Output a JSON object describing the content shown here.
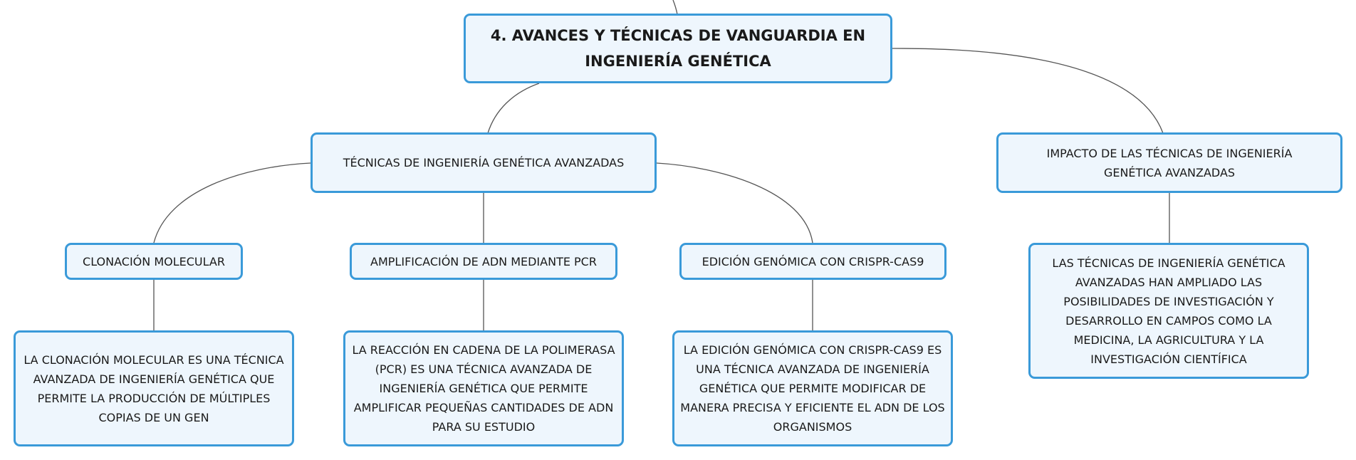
{
  "nodes": {
    "root": "4. Avances y técnicas de vanguardia en ingeniería genética",
    "tecnicas": "Técnicas de ingeniería genética avanzadas",
    "impacto": "Impacto de las técnicas de ingeniería genética avanzadas",
    "clonacion": "Clonación molecular",
    "pcr": "Amplificación de ADN mediante PCR",
    "crispr": "Edición genómica con CRISPR-Cas9",
    "clonacion_desc": "La clonación molecular es una técnica avanzada de ingeniería genética que permite la producción de múltiples copias de un gen",
    "pcr_desc": "La reacción en cadena de la polimerasa (PCR) es una técnica avanzada de ingeniería genética que permite amplificar pequeñas cantidades de ADN para su estudio",
    "crispr_desc": "La edición genómica con CRISPR-Cas9 es una técnica avanzada de ingeniería genética que permite modificar de manera precisa y eficiente el ADN de los organismos",
    "impacto_desc": "Las técnicas de ingeniería genética avanzadas han ampliado las posibilidades de investigación y desarrollo en campos como la medicina, la agricultura y la investigación científica"
  },
  "colors": {
    "node_border": "#3a9ad9",
    "node_fill": "#eef6fd",
    "connector": "#555555"
  }
}
